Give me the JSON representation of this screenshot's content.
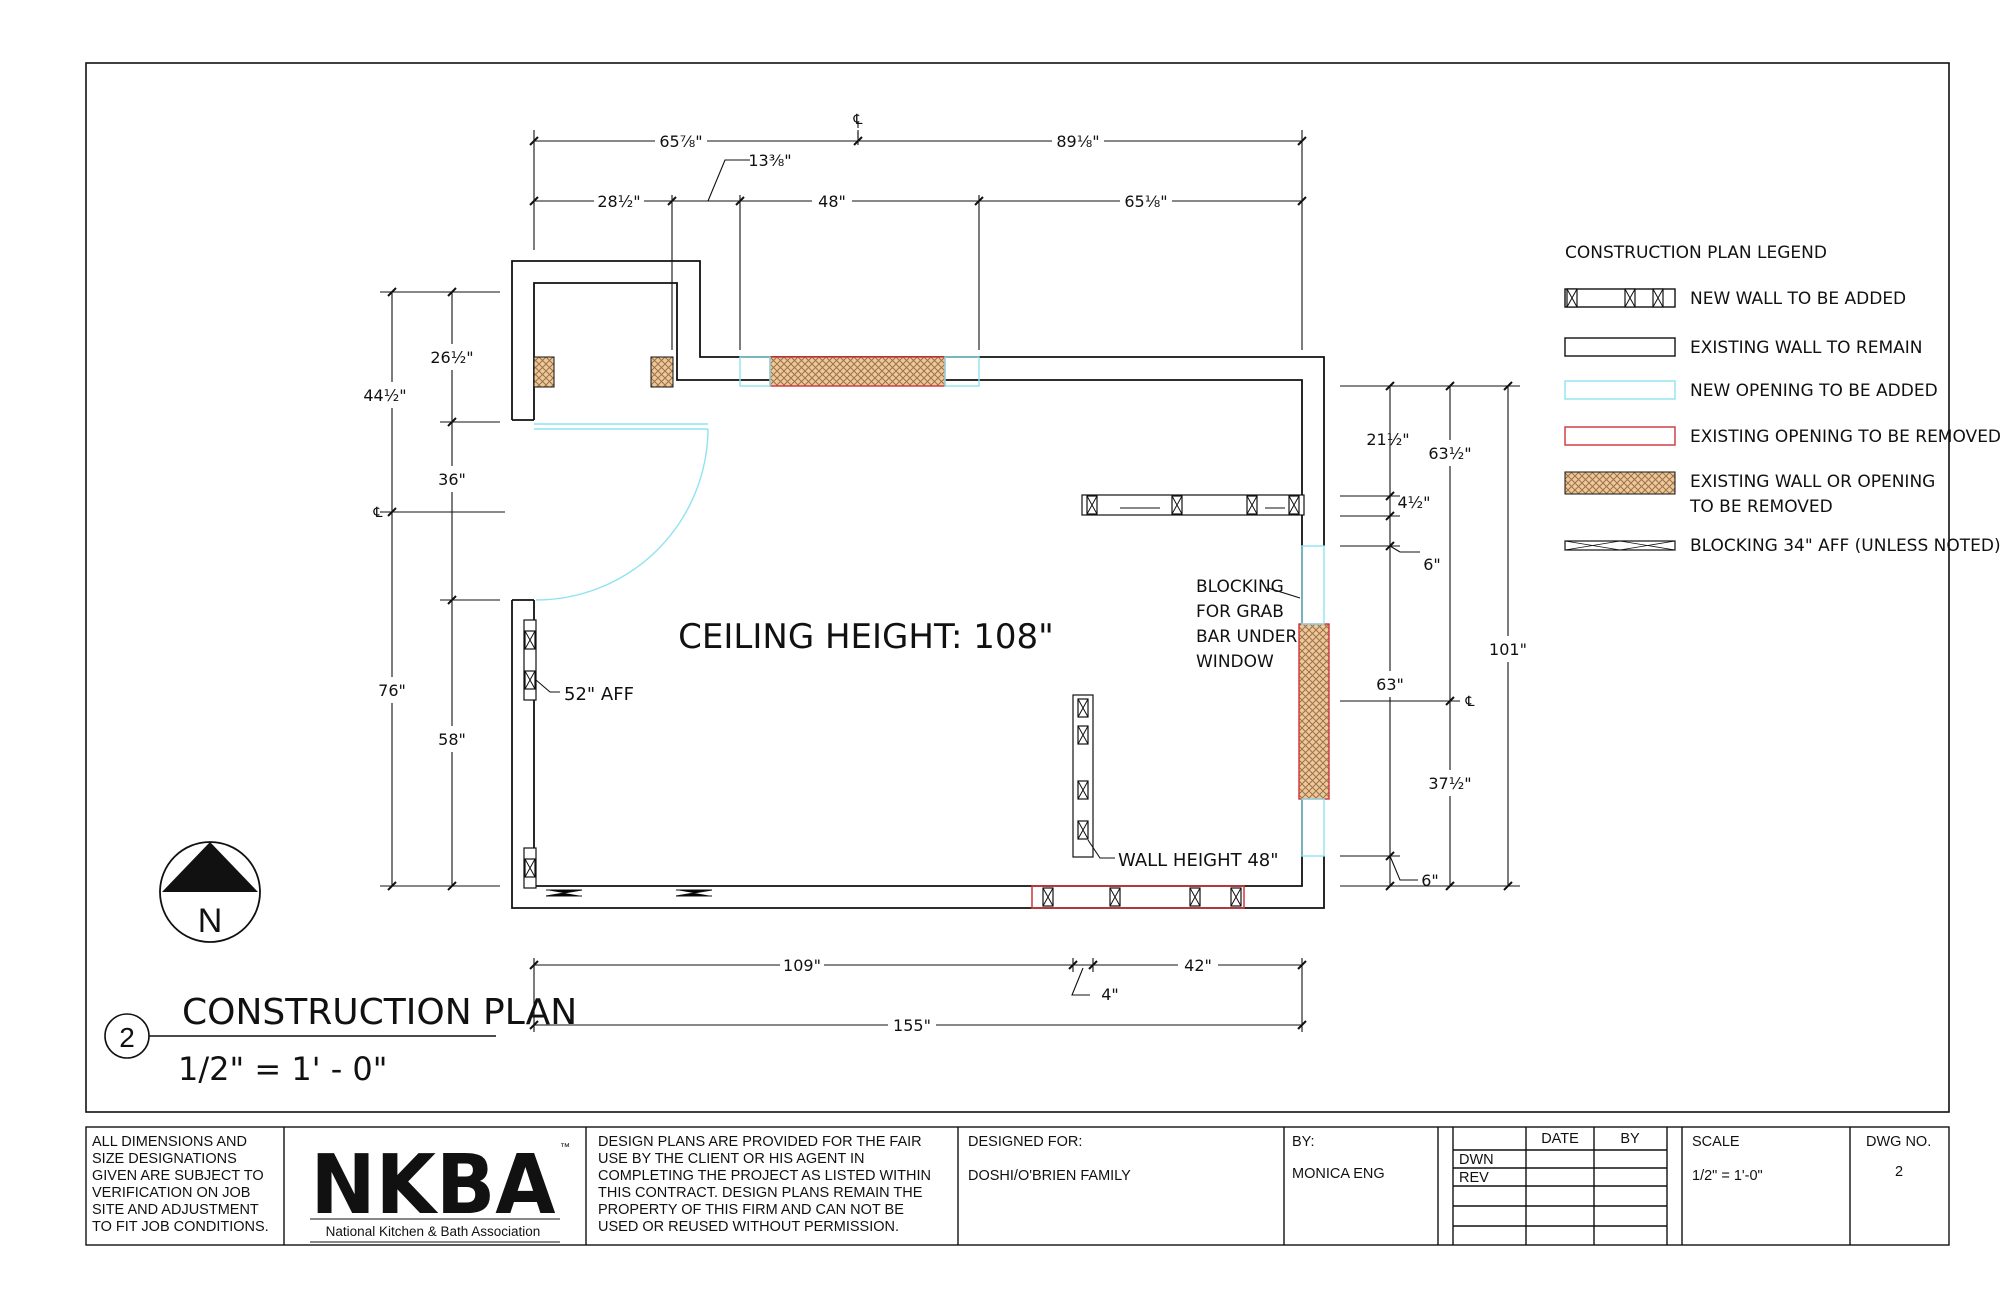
{
  "drawing": {
    "ceiling_label": "CEILING HEIGHT: 108\"",
    "north_label": "N",
    "callout_number": "2",
    "title": "CONSTRUCTION PLAN",
    "scale_note": "1/2\" = 1' - 0\"",
    "notes": {
      "aff52": "52\" AFF",
      "wall_height": "WALL HEIGHT 48\"",
      "grab1": "BLOCKING",
      "grab2": "FOR GRAB",
      "grab3": "BAR UNDER",
      "grab4": "WINDOW"
    },
    "centerline_symbol": "℄",
    "dims": {
      "top_left_overall": "65⅞\"",
      "top_right_overall": "89⅛\"",
      "top_left_seg": "28½\"",
      "top_small_seg": "13⅜\"",
      "top_mid_seg": "48\"",
      "top_right_seg": "65⅛\"",
      "left_overall_top": "44½\"",
      "left_alcove": "26½\"",
      "left_door": "36\"",
      "left_overall_bottom": "76\"",
      "left_lower": "58\"",
      "right_a": "21½\"",
      "right_b": "63½\"",
      "right_c": "4½\"",
      "right_d": "6\"",
      "right_e": "63\"",
      "right_f": "37½\"",
      "right_g": "6\"",
      "right_overall": "101\"",
      "bottom_left": "109\"",
      "bottom_right": "42\"",
      "bottom_small": "4\"",
      "bottom_overall": "155\""
    }
  },
  "legend": {
    "title": "CONSTRUCTION PLAN LEGEND",
    "items": [
      {
        "label": "NEW WALL TO BE ADDED",
        "label2": ""
      },
      {
        "label": "EXISTING WALL TO REMAIN",
        "label2": ""
      },
      {
        "label": "NEW OPENING TO BE ADDED",
        "label2": ""
      },
      {
        "label": "EXISTING OPENING TO BE REMOVED",
        "label2": ""
      },
      {
        "label": "EXISTING WALL OR OPENING",
        "label2": "TO BE REMOVED"
      },
      {
        "label": "BLOCKING 34\" AFF (UNLESS NOTED)",
        "label2": ""
      }
    ]
  },
  "title_block": {
    "disclaimer": [
      "ALL DIMENSIONS AND",
      "SIZE DESIGNATIONS",
      "GIVEN ARE SUBJECT TO",
      "VERIFICATION ON JOB",
      "SITE AND ADJUSTMENT",
      "TO FIT JOB CONDITIONS."
    ],
    "logo_text": "NKBA",
    "logo_tm": "™",
    "logo_caption": "National Kitchen & Bath Association",
    "plans_notice": [
      "DESIGN PLANS ARE PROVIDED FOR THE FAIR",
      "USE BY THE CLIENT OR HIS AGENT IN",
      "COMPLETING THE PROJECT AS LISTED WITHIN",
      "THIS CONTRACT. DESIGN PLANS REMAIN THE",
      "PROPERTY OF THIS FIRM AND CAN NOT BE",
      "USED OR REUSED WITHOUT PERMISSION."
    ],
    "designed_for_label": "DESIGNED FOR:",
    "designed_for_value": "DOSHI/O'BRIEN FAMILY",
    "by_label": "BY:",
    "by_value": "MONICA ENG",
    "date_header": "DATE",
    "by_header": "BY",
    "dwn": "DWN",
    "rev": "REV",
    "scale_label": "SCALE",
    "scale_value": "1/2\" = 1'-0\"",
    "dwg_label": "DWG NO.",
    "dwg_value": "2"
  },
  "colors": {
    "line": "#111111",
    "new_opening": "#8fe3f0",
    "existing_opening_removed": "#d0343a",
    "removal_hatch": "#c49a6c"
  }
}
